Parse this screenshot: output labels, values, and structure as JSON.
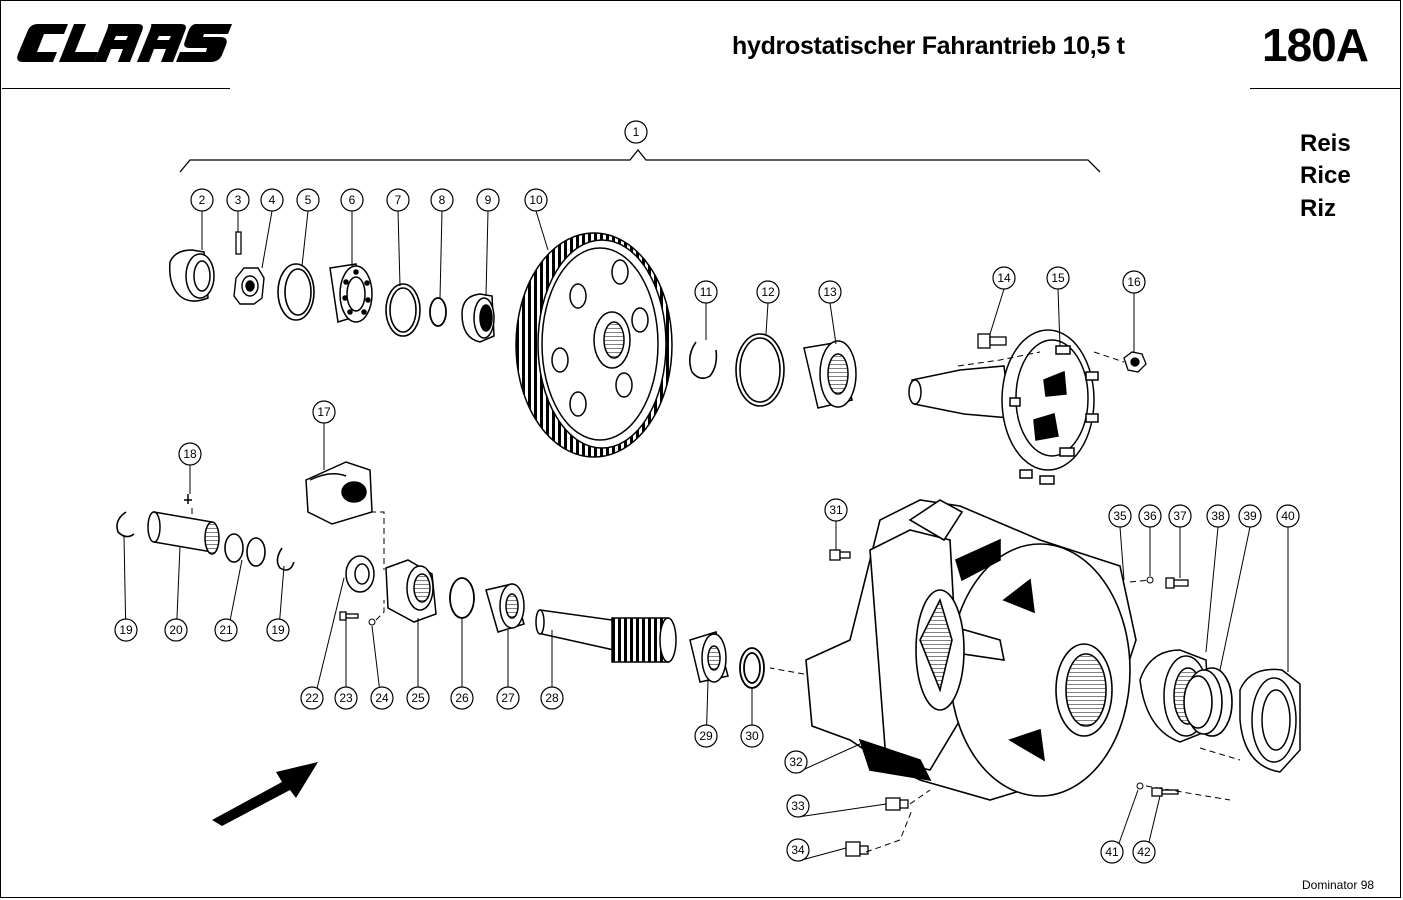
{
  "header": {
    "brand": "CLAAS",
    "title": "hydrostatischer Fahrantrieb 10,5 t",
    "page_number": "180A"
  },
  "crop_labels": {
    "german": "Reis",
    "english": "Rice",
    "french": "Riz"
  },
  "footer": {
    "model": "Dominator 98"
  },
  "callouts": [
    "1",
    "2",
    "3",
    "4",
    "5",
    "6",
    "7",
    "8",
    "9",
    "10",
    "11",
    "12",
    "13",
    "14",
    "15",
    "16",
    "17",
    "18",
    "19",
    "19",
    "20",
    "21",
    "22",
    "23",
    "24",
    "25",
    "26",
    "27",
    "28",
    "29",
    "30",
    "31",
    "32",
    "33",
    "34",
    "35",
    "36",
    "37",
    "38",
    "39",
    "40",
    "41",
    "42"
  ],
  "icons": {
    "logo": "claas-logo",
    "arrow": "direction-arrow-icon"
  }
}
